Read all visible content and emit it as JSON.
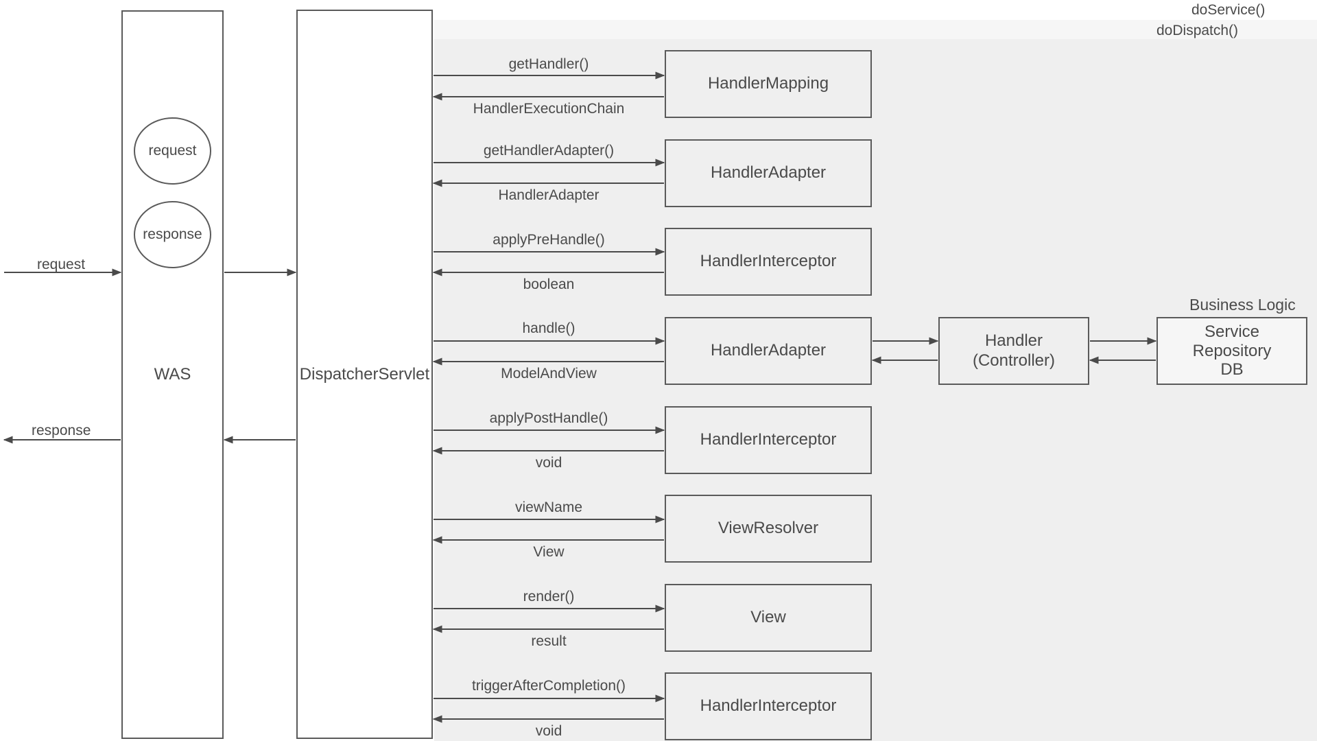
{
  "regions": {
    "do_service_label": "doService()",
    "do_dispatch_label": "doDispatch()",
    "business_logic_label": "Business Logic"
  },
  "was": {
    "label": "WAS",
    "request_object": "request",
    "response_object": "response",
    "incoming_label": "request",
    "outgoing_label": "response"
  },
  "dispatcher": {
    "label": "DispatcherServlet"
  },
  "steps": [
    {
      "component": "HandlerMapping",
      "call": "getHandler()",
      "result": "HandlerExecutionChain"
    },
    {
      "component": "HandlerAdapter",
      "call": "getHandlerAdapter()",
      "result": "HandlerAdapter"
    },
    {
      "component": "HandlerInterceptor",
      "call": "applyPreHandle()",
      "result": "boolean"
    },
    {
      "component": "HandlerAdapter",
      "call": "handle()",
      "result": "ModelAndView"
    },
    {
      "component": "HandlerInterceptor",
      "call": "applyPostHandle()",
      "result": "void"
    },
    {
      "component": "ViewResolver",
      "call": "viewName",
      "result": "View"
    },
    {
      "component": "View",
      "call": "render()",
      "result": "result"
    },
    {
      "component": "HandlerInterceptor",
      "call": "triggerAfterCompletion()",
      "result": "void"
    }
  ],
  "handler": {
    "line1": "Handler",
    "line2": "(Controller)"
  },
  "business": {
    "line1": "Service",
    "line2": "Repository",
    "line3": "DB"
  }
}
